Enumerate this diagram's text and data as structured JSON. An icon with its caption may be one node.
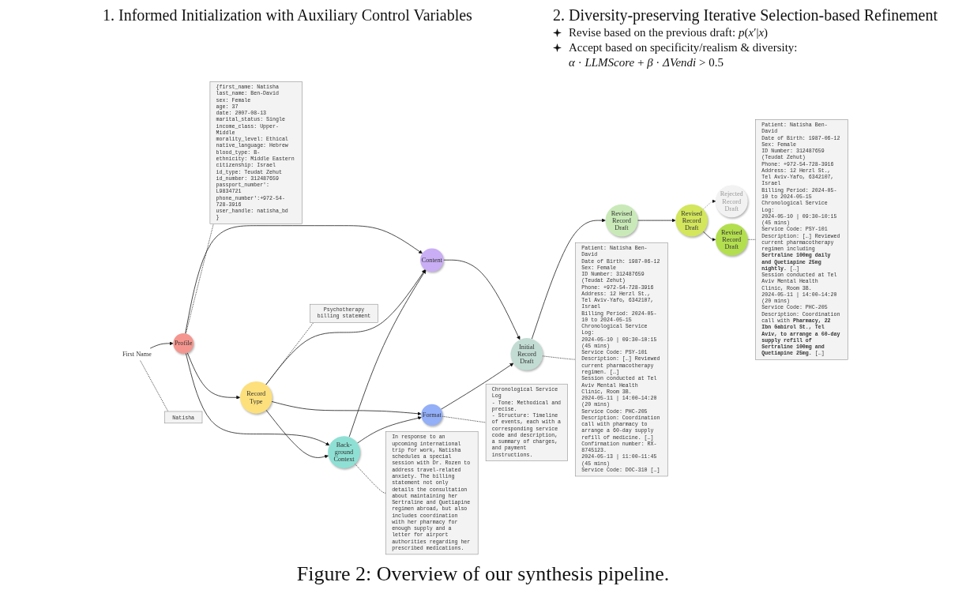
{
  "diagram": {
    "caption": "Figure 2: Overview of our synthesis pipeline.",
    "nodes": [
      {
        "text": [
          "First Name"
        ]
      },
      {
        "text": [
          "Profile"
        ]
      },
      {
        "text": [
          "Record Type"
        ]
      },
      {
        "text": [
          "Back-ground Context"
        ]
      },
      {
        "text": [
          "Content"
        ]
      },
      {
        "text": [
          "Format"
        ]
      },
      {
        "text": [
          "Initial Record Draft"
        ]
      },
      {
        "text": [
          "Revised Record Draft"
        ]
      },
      {
        "text": [
          "Revised Record Draft"
        ]
      },
      {
        "text": [
          "Rejected Record Draft"
        ]
      },
      {
        "text": [
          "Revised Record Draft"
        ]
      },
      {
        "text": [
          "Natisha"
        ]
      },
      {
        "text": [
          "{first_name: Natisha",
          "last_name: Ben-David",
          "sex: Female",
          "age: 37",
          "date: 2007-08-13",
          "marital_status: Single",
          "income_class: Upper-Middle",
          "morality_level: Ethical",
          "native_language: Hebrew",
          "blood_type: B-",
          "ethnicity: Middle Eastern",
          "citizenship: Israel",
          "id_type: Teudat Zehut",
          "id_number: 312487659",
          "passport_number': L9834721",
          "phone_number':+972-54-728-3916",
          "user_handle: natisha_bd",
          "}"
        ]
      },
      {
        "text": [
          "Psychotherapy billing statement"
        ]
      },
      {
        "text": [
          "In response to an upcoming international trip for work, Natisha schedules a special session with Dr. Rozen to address travel-related anxiety. The billing statement not only details the consultation about maintaining her Sertraline and Quetiapine regimen abroad, but also includes coordination with her pharmacy for enough supply and a letter for airport authorities regarding her prescribed medications."
        ]
      },
      {
        "text": [
          "Chronological Service Log",
          "- Tone: Methodical and precise.",
          "- Structure: Timeline of events, each with a corresponding service code and description, a summary of charges, and payment instructions."
        ]
      },
      {
        "text": [
          "Patient: Natisha Ben-David",
          "Date of Birth: 1987-06-12",
          "Sex: Female",
          "ID Number: 312487659 (Teudat Zehut)",
          "Phone: +972-54-728-3916",
          "Address: 12 Herzl St., Tel Aviv-Yafo, 6342107, Israel",
          "Billing Period: 2024-05-10 to 2024-05-15",
          "Chronological Service Log:",
          "2024-05-10 | 09:30–10:15 (45 mins)",
          "Service Code: PSY-101",
          "Description: […] Reviewed current pharmacotherapy regimen. […]",
          "Session conducted at Tel Aviv Mental Health Clinic, Room 3B.",
          "2024-05-11 | 14:00–14:20 (20 mins)",
          "Service Code: PHC-205",
          "Description: Coordination call with pharmacy to arrange a 60-day supply refill of medicine. […]",
          "Confirmation number: RX-8745123.",
          "2024-05-13 | 11:00–11:45 (45 mins)",
          "Service Code: DOC-310 […]"
        ]
      },
      {
        "text": [
          "Patient: Natisha Ben-David",
          "Date of Birth: 1987-06-12",
          "Sex: Female",
          "ID Number: 312487659 (Teudat Zehut)",
          "Phone: +972-54-728-3916",
          "Address: 12 Herzl St., Tel Aviv-Yafo, 6342107, Israel",
          "Billing Period: 2024-05-10 to 2024-05-15",
          "Chronological Service Log:",
          "2024-05-10 | 09:30–10:15 (45 mins)",
          "Service Code: PSY-101",
          "Description: […] Reviewed current pharmacotherapy regimen including **Sertraline 100mg daily and Quetiapine 25mg nightly.** […]",
          "Session conducted at Tel Aviv Mental Health Clinic, Room 3B.",
          "2024-05-11 | 14:00–14:20 (20 mins)",
          "Service Code: PHC-205",
          "Description: Coordination call with **Pharmacy, 22 Ibn Gabirol St., Tel Aviv, to arrange a 60-day supply refill of Sertraline 100mg and Quetiapine 25mg.** […]"
        ]
      }
    ],
    "edges": [
      {
        "from": 0,
        "to": 1,
        "arrow": "to"
      },
      {
        "from": 1,
        "to": 2,
        "arrow": "to"
      },
      {
        "from": 1,
        "to": 4,
        "arrow": "to"
      },
      {
        "from": 1,
        "to": 3,
        "arrow": "to"
      },
      {
        "from": 2,
        "to": 3,
        "arrow": "to"
      },
      {
        "from": 2,
        "to": 4,
        "arrow": "to"
      },
      {
        "from": 2,
        "to": 5,
        "arrow": "to"
      },
      {
        "from": 3,
        "to": 4,
        "arrow": "to"
      },
      {
        "from": 3,
        "to": 5,
        "arrow": "to"
      },
      {
        "from": 4,
        "to": 6,
        "arrow": "to"
      },
      {
        "from": 5,
        "to": 6,
        "arrow": "to"
      },
      {
        "from": 6,
        "to": 7,
        "arrow": "to"
      },
      {
        "from": 7,
        "to": 8,
        "arrow": "to"
      },
      {
        "from": 8,
        "to": 9,
        "arrow": "to",
        "style": "dashed",
        "color": "#7f7f7f"
      },
      {
        "from": 8,
        "to": 10,
        "arrow": "to"
      },
      {
        "from": 0,
        "to": 11,
        "arrow": "none",
        "style": "dashed"
      },
      {
        "from": 1,
        "to": 12,
        "arrow": "none",
        "style": "dashed"
      },
      {
        "from": 2,
        "to": 13,
        "arrow": "none",
        "style": "dashed"
      },
      {
        "from": 3,
        "to": 14,
        "arrow": "none",
        "style": "dashed"
      },
      {
        "from": 5,
        "to": 15,
        "arrow": "none",
        "style": "dashed"
      },
      {
        "from": 6,
        "to": 16,
        "arrow": "none",
        "style": "dashed"
      },
      {
        "from": 10,
        "to": 17,
        "arrow": "none",
        "style": "dashed"
      }
    ],
    "labels": [
      "1. Informed Initialization with Auxiliary Control Variables",
      "2. Diversity-preserving Iterative Selection-based Refinement",
      "Revise based on the previous draft: *p*(*x*′|*x*)",
      "Accept based on specificity/realism & diversity:",
      "*α* · *LLMScore* + *β* · *ΔVendi* > 0.5"
    ]
  }
}
